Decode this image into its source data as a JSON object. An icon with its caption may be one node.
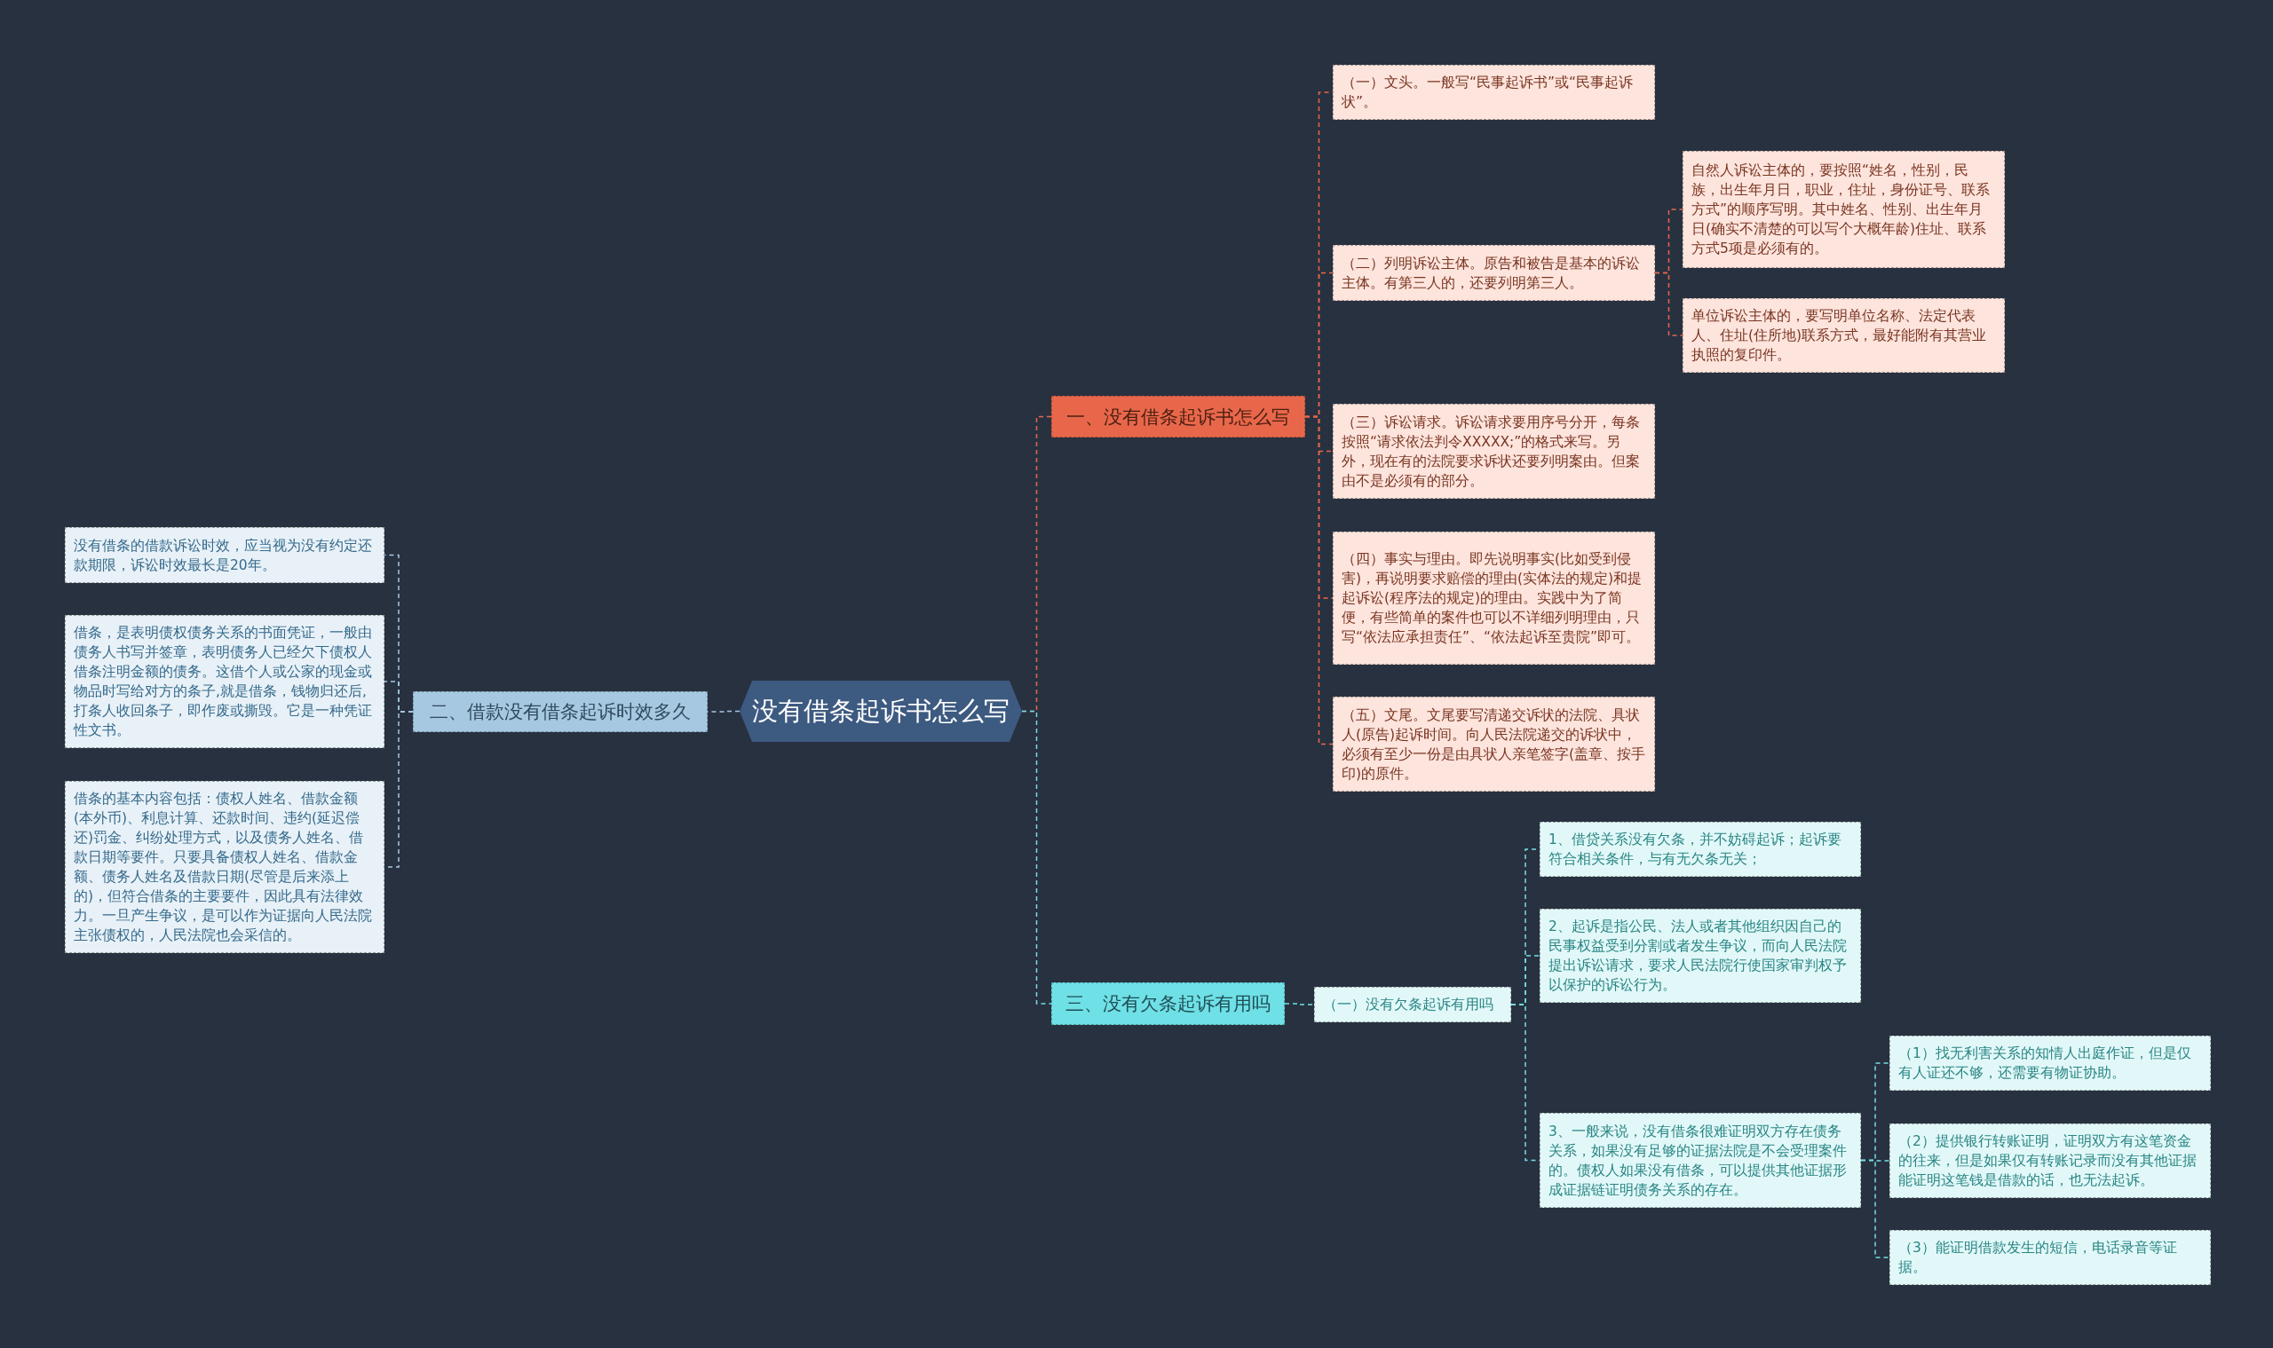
{
  "diagram": {
    "nodes": [
      {
        "text": [
          "没有借条起诉书怎么写"
        ]
      },
      {
        "text": [
          "一、没有借条起诉书怎么写"
        ]
      },
      {
        "text": [
          "（一）文头。一般写“民事起诉书”或“民事起诉状”。"
        ]
      },
      {
        "text": [
          "（二）列明诉讼主体。原告和被告是基本的诉讼主体。有第三人的，还要列明第三人。"
        ]
      },
      {
        "text": [
          "自然人诉讼主体的，要按照“姓名，性别，民族，出生年月日，职业，住址，身份证号、联系方式”的顺序写明。其中姓名、性别、出生年月日(确实不清楚的可以写个大概年龄)住址、联系方式5项是必须有的。"
        ]
      },
      {
        "text": [
          "单位诉讼主体的，要写明单位名称、法定代表人、住址(住所地)联系方式，最好能附有其营业执照的复印件。"
        ]
      },
      {
        "text": [
          "（三）诉讼请求。诉讼请求要用序号分开，每条按照“请求依法判令XXXXX;”的格式来写。另外，现在有的法院要求诉状还要列明案由。但案由不是必须有的部分。"
        ]
      },
      {
        "text": [
          "（四）事实与理由。即先说明事实(比如受到侵害)，再说明要求赔偿的理由(实体法的规定)和提起诉讼(程序法的规定)的理由。实践中为了简便，有些简单的案件也可以不详细列明理由，只写“依法应承担责任”、“依法起诉至贵院”即可。"
        ]
      },
      {
        "text": [
          "（五）文尾。文尾要写清递交诉状的法院、具状人(原告)起诉时间。向人民法院递交的诉状中，必须有至少一份是由具状人亲笔签字(盖章、按手印)的原件。"
        ]
      },
      {
        "text": [
          "二、借款没有借条起诉时效多久"
        ]
      },
      {
        "text": [
          "没有借条的借款诉讼时效，应当视为没有约定还款期限，诉讼时效最长是20年。"
        ]
      },
      {
        "text": [
          "借条，是表明债权债务关系的书面凭证，一般由债务人书写并签章，表明债务人已经欠下债权人借条注明金额的债务。这借个人或公家的现金或物品时写给对方的条子,就是借条，钱物归还后,打条人收回条子，即作废或撕毁。它是一种凭证性文书。"
        ]
      },
      {
        "text": [
          "借条的基本内容包括：债权人姓名、借款金额(本外币)、利息计算、还款时间、违约(延迟偿还)罚金、纠纷处理方式，以及债务人姓名、借款日期等要件。只要具备债权人姓名、借款金额、债务人姓名及借款日期(尽管是后来添上的)，但符合借条的主要要件，因此具有法律效力。一旦产生争议，是可以作为证据向人民法院主张债权的，人民法院也会采信的。"
        ]
      },
      {
        "text": [
          "三、没有欠条起诉有用吗"
        ]
      },
      {
        "text": [
          "（一）没有欠条起诉有用吗"
        ]
      },
      {
        "text": [
          "1、借贷关系没有欠条，并不妨碍起诉；起诉要符合相关条件，与有无欠条无关；"
        ]
      },
      {
        "text": [
          "2、起诉是指公民、法人或者其他组织因自己的民事权益受到分割或者发生争议，而向人民法院提出诉讼请求，要求人民法院行使国家审判权予以保护的诉讼行为。"
        ]
      },
      {
        "text": [
          "3、一般来说，没有借条很难证明双方存在债务关系，如果没有足够的证据法院是不会受理案件的。债权人如果没有借条，可以提供其他证据形成证据链证明债务关系的存在。"
        ]
      },
      {
        "text": [
          "（1）找无利害关系的知情人出庭作证，但是仅有人证还不够，还需要有物证协助。"
        ]
      },
      {
        "text": [
          "（2）提供银行转账证明，证明双方有这笔资金的往来，但是如果仅有转账记录而没有其他证据能证明这笔钱是借款的话，也无法起诉。"
        ]
      },
      {
        "text": [
          "（3）能证明借款发生的短信，电话录音等证据。"
        ]
      }
    ],
    "edges": [
      {
        "from": 0,
        "to": 1,
        "arrow": "none",
        "color": "#e8674a"
      },
      {
        "from": 1,
        "to": 2,
        "arrow": "none",
        "color": "#e8674a"
      },
      {
        "from": 1,
        "to": 3,
        "arrow": "none",
        "color": "#e8674a"
      },
      {
        "from": 3,
        "to": 4,
        "arrow": "none",
        "color": "#e8674a"
      },
      {
        "from": 3,
        "to": 5,
        "arrow": "none",
        "color": "#e8674a"
      },
      {
        "from": 1,
        "to": 6,
        "arrow": "none",
        "color": "#e8674a"
      },
      {
        "from": 1,
        "to": 7,
        "arrow": "none",
        "color": "#e8674a"
      },
      {
        "from": 1,
        "to": 8,
        "arrow": "none",
        "color": "#e8674a"
      },
      {
        "from": 0,
        "to": 9,
        "arrow": "none",
        "color": "#a6c8e0"
      },
      {
        "from": 9,
        "to": 10,
        "arrow": "none",
        "color": "#a6c8e0"
      },
      {
        "from": 9,
        "to": 11,
        "arrow": "none",
        "color": "#a6c8e0"
      },
      {
        "from": 9,
        "to": 12,
        "arrow": "none",
        "color": "#a6c8e0"
      },
      {
        "from": 0,
        "to": 13,
        "arrow": "none",
        "color": "#6fe0e6"
      },
      {
        "from": 13,
        "to": 14,
        "arrow": "none",
        "color": "#6fe0e6"
      },
      {
        "from": 14,
        "to": 15,
        "arrow": "none",
        "color": "#6fe0e6"
      },
      {
        "from": 14,
        "to": 16,
        "arrow": "none",
        "color": "#6fe0e6"
      },
      {
        "from": 14,
        "to": 17,
        "arrow": "none",
        "color": "#6fe0e6"
      },
      {
        "from": 17,
        "to": 18,
        "arrow": "none",
        "color": "#6fe0e6"
      },
      {
        "from": 17,
        "to": 19,
        "arrow": "none",
        "color": "#6fe0e6"
      },
      {
        "from": 17,
        "to": 20,
        "arrow": "none",
        "color": "#6fe0e6"
      }
    ]
  }
}
